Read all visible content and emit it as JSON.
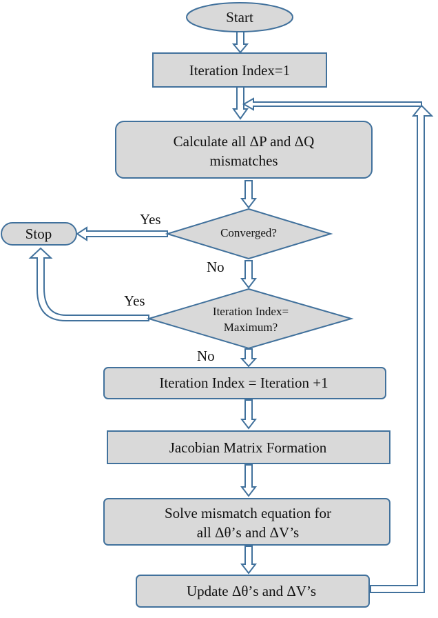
{
  "colors": {
    "node_fill": "#d9d9d9",
    "node_stroke": "#41719c",
    "arrow_fill": "#ffffff",
    "arrow_stroke": "#41719c",
    "text": "#111111"
  },
  "nodes": {
    "start": "Start",
    "init": "Iteration Index=1",
    "calc_line1": "Calculate all ΔP and ΔQ",
    "calc_line2": "mismatches",
    "converged": "Converged?",
    "maxcheck_line1": "Iteration Index=",
    "maxcheck_line2": "Maximum?",
    "increment": "Iteration Index = Iteration +1",
    "jacobian": "Jacobian Matrix Formation",
    "solve_line1": "Solve mismatch equation for",
    "solve_line2": "all Δθ’s and ΔV’s",
    "update": "Update Δθ’s and ΔV’s",
    "stop": "Stop"
  },
  "edges": {
    "converged_yes": "Yes",
    "converged_no": "No",
    "max_yes": "Yes",
    "max_no": "No"
  }
}
